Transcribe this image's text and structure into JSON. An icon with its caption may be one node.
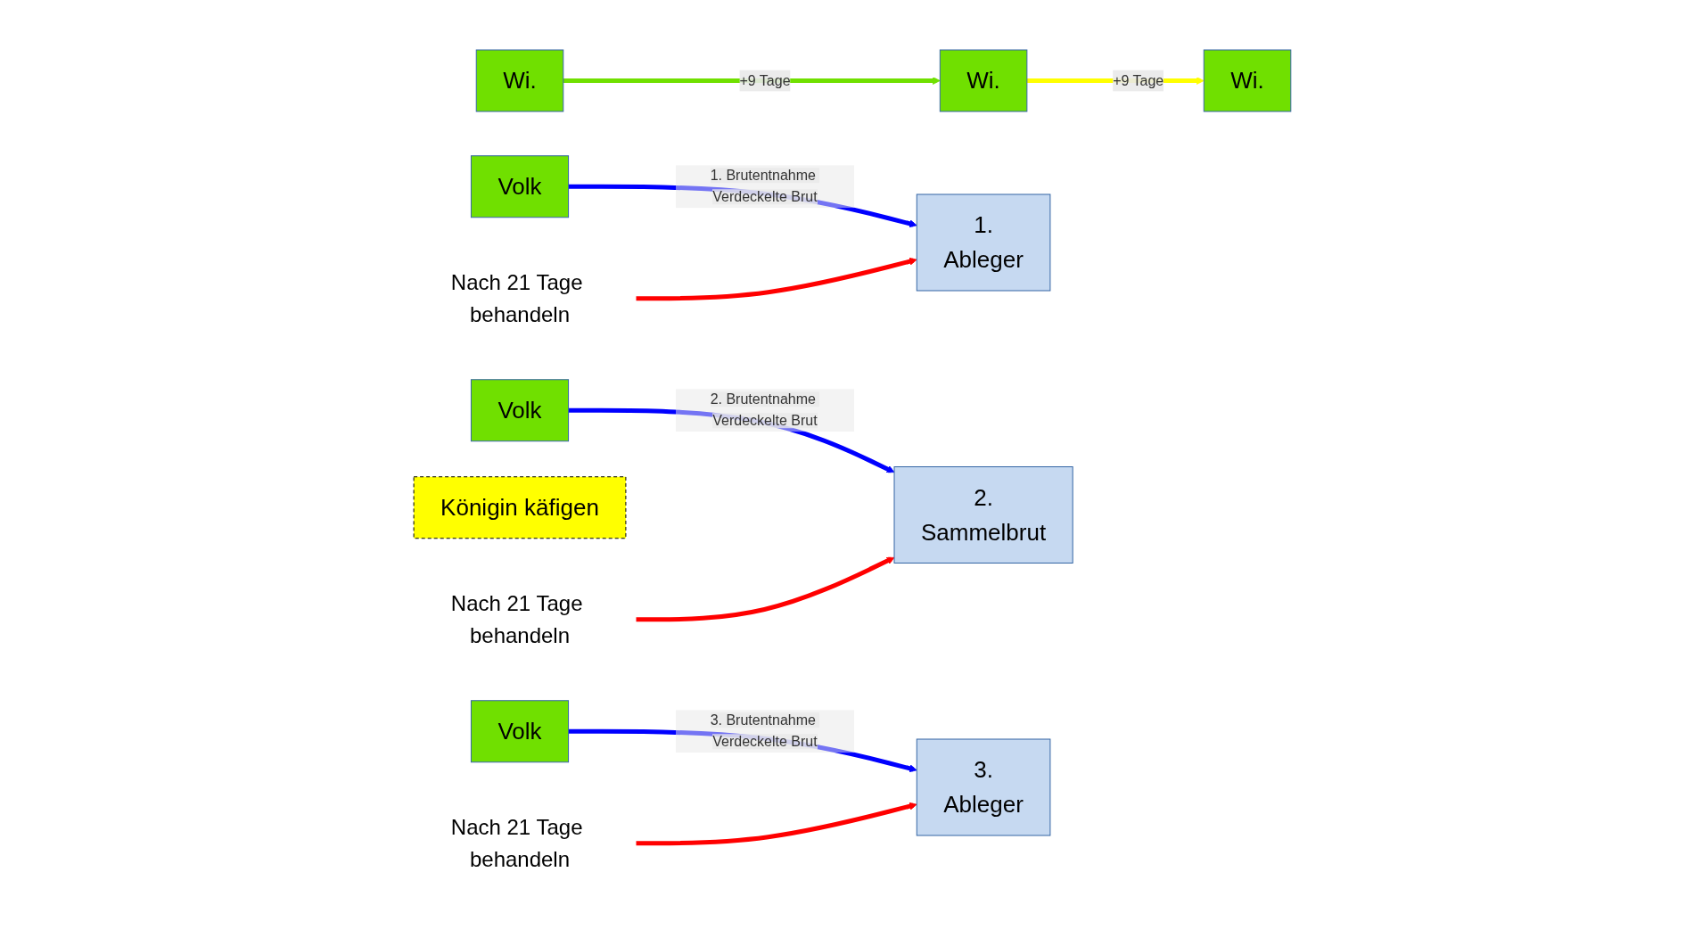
{
  "diagram": {
    "nodes": [
      {
        "text": [
          "Wi."
        ]
      },
      {
        "text": [
          "Volk"
        ]
      },
      {
        "text": [
          "Wi."
        ]
      },
      {
        "text": [
          "Volk"
        ]
      },
      {
        "text": [
          "Wi."
        ]
      },
      {
        "text": [
          "Volk"
        ]
      },
      {
        "text": [
          "Königin käfigen"
        ]
      },
      {
        "text": [
          "1.",
          "Ableger"
        ]
      },
      {
        "text": [
          "2.",
          "Sammelbrut"
        ]
      },
      {
        "text": [
          "3.",
          "Ableger"
        ]
      },
      {
        "text": [
          "Nach 21 Tage behandeln"
        ]
      },
      {
        "text": [
          "Nach 21 Tage behandeln"
        ]
      },
      {
        "text": [
          "Nach 21 Tage behandeln"
        ]
      }
    ],
    "edges": [
      {
        "from": 0,
        "to": 2,
        "arrow": "to",
        "label": "+9 Tage",
        "color": "#70e000"
      },
      {
        "from": 2,
        "to": 4,
        "arrow": "to",
        "label": "+9 Tage",
        "color": "#ffff00"
      },
      {
        "from": 1,
        "to": 7,
        "arrow": "to",
        "label": "1. Brutentnahme Verdeckelte Brut",
        "color": "#0000ff"
      },
      {
        "from": 3,
        "to": 8,
        "arrow": "to",
        "label": "2. Brutentnahme Verdeckelte Brut",
        "color": "#0000ff"
      },
      {
        "from": 5,
        "to": 9,
        "arrow": "to",
        "label": "3. Brutentnahme Verdeckelte Brut",
        "color": "#0000ff"
      },
      {
        "from": 10,
        "to": 7,
        "arrow": "to",
        "color": "#ff0000"
      },
      {
        "from": 11,
        "to": 8,
        "arrow": "to",
        "color": "#ff0000"
      },
      {
        "from": 12,
        "to": 9,
        "arrow": "to",
        "color": "#ff0000"
      }
    ]
  }
}
